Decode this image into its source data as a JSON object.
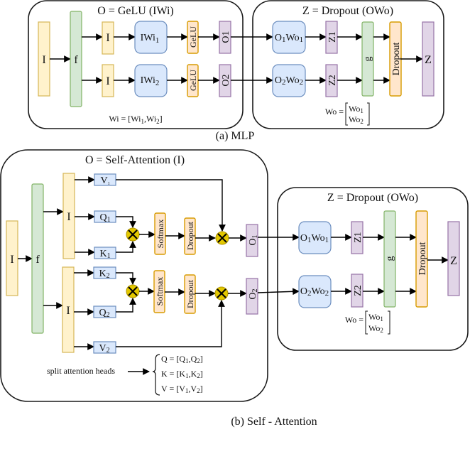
{
  "mlp": {
    "left_title": "O = GeLU (IWi)",
    "right_title": "Z = Dropout (OWo)",
    "input": "I",
    "split": "f",
    "branches": [
      {
        "input": "I",
        "weight": "IWi",
        "weight_sub": "1",
        "act": "GeLU",
        "out": "O",
        "out_sub": "1",
        "proj": "O",
        "proj_sub1": "1",
        "proj_w": "Wo",
        "proj_sub2": "1",
        "z": "Z",
        "z_sub": "1"
      },
      {
        "input": "I",
        "weight": "IWi",
        "weight_sub": "2",
        "act": "GeLU",
        "out": "O",
        "out_sub": "2",
        "proj": "O",
        "proj_sub1": "2",
        "proj_w": "Wo",
        "proj_sub2": "2",
        "z": "Z",
        "z_sub": "2"
      }
    ],
    "gather": "g",
    "dropout": "Dropout",
    "output": "Z",
    "wi_formula": {
      "lhs": "Wi = [Wi",
      "s1": "1",
      "mid": ",Wi",
      "s2": "2",
      "end": "]"
    },
    "wo_formula": {
      "lhs": "Wo =",
      "r1": "Wo",
      "s1": "1",
      "r2": "Wo",
      "s2": "2"
    },
    "caption": "(a) MLP"
  },
  "attention": {
    "left_title": "O = Self-Attention (I)",
    "right_title": "Z = Dropout (OWo)",
    "input": "I",
    "split": "f",
    "heads": [
      {
        "input": "I",
        "v": "V",
        "v_sub": "1",
        "q": "Q",
        "q_sub": "1",
        "k": "K",
        "k_sub": "1",
        "softmax": "Softmax",
        "dropout": "Dropout",
        "out": "O",
        "out_sub": "1"
      },
      {
        "input": "I",
        "v": "V",
        "v_sub": "2",
        "q": "Q",
        "q_sub": "2",
        "k": "K",
        "k_sub": "2",
        "softmax": "Softmax",
        "dropout": "Dropout",
        "out": "O",
        "out_sub": "2"
      }
    ],
    "proj": [
      {
        "o": "O",
        "s1": "1",
        "w": "Wo",
        "s2": "1",
        "z": "Z",
        "z_sub": "1"
      },
      {
        "o": "O",
        "s1": "2",
        "w": "Wo",
        "s2": "2",
        "z": "Z",
        "z_sub": "2"
      }
    ],
    "gather": "g",
    "dropout": "Dropout",
    "output": "Z",
    "split_label": "split attention heads",
    "split_formulas": [
      {
        "lhs": "Q = [Q",
        "s1": "1",
        "mid": ",Q",
        "s2": "2",
        "end": "]"
      },
      {
        "lhs": "K = [K",
        "s1": "1",
        "mid": ",K",
        "s2": "2",
        "end": "]"
      },
      {
        "lhs": "V = [V",
        "s1": "1",
        "mid": ",V",
        "s2": "2",
        "end": "]"
      }
    ],
    "wo_formula": {
      "lhs": "Wo =",
      "r1": "Wo",
      "s1": "1",
      "r2": "Wo",
      "s2": "2"
    },
    "caption": "(b) Self - Attention"
  },
  "colors": {
    "input": "#fff2cc",
    "split": "#d5e8d4",
    "weight": "#dae8fc",
    "activation": "#ffe6cc",
    "output": "#e1d5e7",
    "multiply": "#e3c800"
  }
}
